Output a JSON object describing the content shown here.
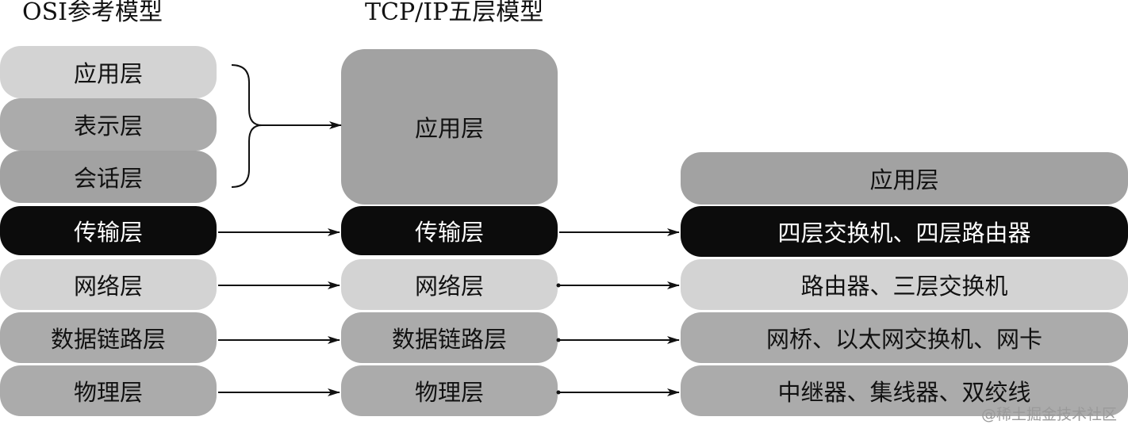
{
  "osi": {
    "title": "OSI参考模型",
    "layers": [
      "应用层",
      "表示层",
      "会话层",
      "传输层",
      "网络层",
      "数据链路层",
      "物理层"
    ]
  },
  "tcpip": {
    "title": "TCP/IP五层模型",
    "layers": [
      "应用层",
      "传输层",
      "网络层",
      "数据链路层",
      "物理层"
    ]
  },
  "devices": {
    "layers": [
      "应用层",
      "四层交换机、四层路由器",
      "路由器、三层交换机",
      "网桥、以太网交换机、网卡",
      "中继器、集线器、双绞线"
    ]
  },
  "watermark": "@稀土掘金技术社区",
  "colors": {
    "light": "#d3d3d3",
    "mid": "#ababab",
    "black": "#0c0c0c",
    "arrow": "#111111"
  }
}
